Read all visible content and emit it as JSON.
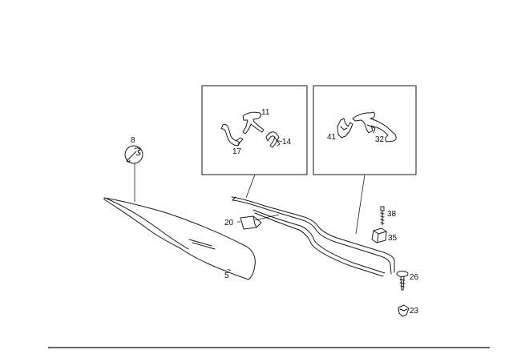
{
  "callouts": {
    "p5": "5",
    "p8": "8",
    "p11": "11",
    "p14": "14",
    "p17": "17",
    "p20": "20",
    "p23": "23",
    "p26": "26",
    "p32": "32",
    "p35": "35",
    "p38": "38",
    "p41": "41"
  },
  "icons": {
    "wrench": "wrench-icon"
  },
  "colors": {
    "line": "#1a1a1a",
    "background": "#ffffff"
  }
}
